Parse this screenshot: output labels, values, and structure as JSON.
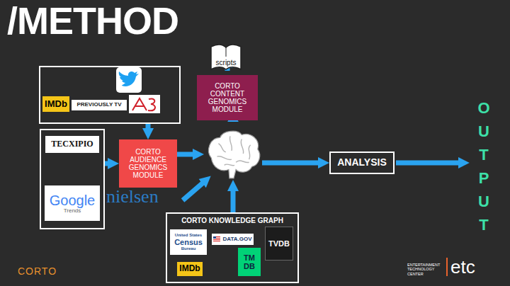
{
  "diagram": {
    "title": "/METHOD",
    "nodes": [
      {
        "text": []
      },
      {
        "text": [
          "IMDb"
        ],
        "in": 0
      },
      {
        "text": [
          "PREVIOUSLY TV"
        ],
        "in": 0
      },
      {
        "text": []
      },
      {
        "text": [
          "TECXIPIO"
        ],
        "in": 3
      },
      {
        "text": [
          "Google",
          "Trends"
        ],
        "in": 3
      },
      {
        "text": [
          "CORTO AUDIENCE GENOMICS MODULE"
        ]
      },
      {
        "text": [
          "scripts"
        ]
      },
      {
        "text": [
          "CORTO CONTENT GENOMICS MODULE"
        ]
      },
      {
        "text": []
      },
      {
        "text": [
          "CORTO KNOWLEDGE GRAPH"
        ]
      },
      {
        "text": [
          "United States",
          "Census",
          "Bureau"
        ],
        "in": 10
      },
      {
        "text": [
          "DATA.GOV"
        ],
        "in": 10
      },
      {
        "text": [
          "TVDB"
        ],
        "in": 10
      },
      {
        "text": [
          "TM DB"
        ],
        "in": 10
      },
      {
        "text": [
          "IMDb"
        ],
        "in": 10
      },
      {
        "text": [
          "ANALYSIS"
        ]
      }
    ],
    "edges": [
      {
        "from": 0,
        "to": 6,
        "arrow": "to"
      },
      {
        "from": 3,
        "to": 6,
        "arrow": "to"
      },
      {
        "from": 6,
        "to": 9,
        "arrow": "to"
      },
      {
        "from": 7,
        "to": 8,
        "arrow": "to"
      },
      {
        "from": 8,
        "to": 9,
        "arrow": "to"
      },
      {
        "from": 10,
        "to": 9,
        "arrow": "to"
      },
      {
        "from": 9,
        "to": 16,
        "arrow": "to"
      }
    ],
    "labels": [
      "nielsen",
      "OUTPUT",
      "CORTO",
      "ENTERTAINMENT TECHNOLOGY CENTER",
      "etc"
    ]
  }
}
